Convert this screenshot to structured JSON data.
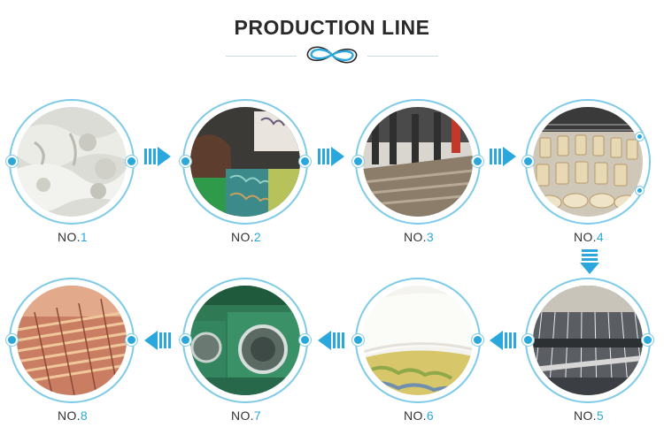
{
  "title": "PRODUCTION LINE",
  "accent_color": "#2aa7dd",
  "steps": [
    {
      "prefix": "NO.",
      "number": "1",
      "photo": "raw-cotton-photo"
    },
    {
      "prefix": "NO.",
      "number": "2",
      "photo": "pattern-design-photo"
    },
    {
      "prefix": "NO.",
      "number": "3",
      "photo": "knitting-machine-photo"
    },
    {
      "prefix": "NO.",
      "number": "4",
      "photo": "yarn-bobbins-photo"
    },
    {
      "prefix": "NO.",
      "number": "5",
      "photo": "weaving-loom-photo"
    },
    {
      "prefix": "NO.",
      "number": "6",
      "photo": "fabric-roll-photo"
    },
    {
      "prefix": "NO.",
      "number": "7",
      "photo": "industrial-washers-photo"
    },
    {
      "prefix": "NO.",
      "number": "8",
      "photo": "dyeing-rollers-photo"
    }
  ],
  "arrows": [
    "right",
    "right",
    "right",
    "down",
    "left",
    "left",
    "left"
  ]
}
